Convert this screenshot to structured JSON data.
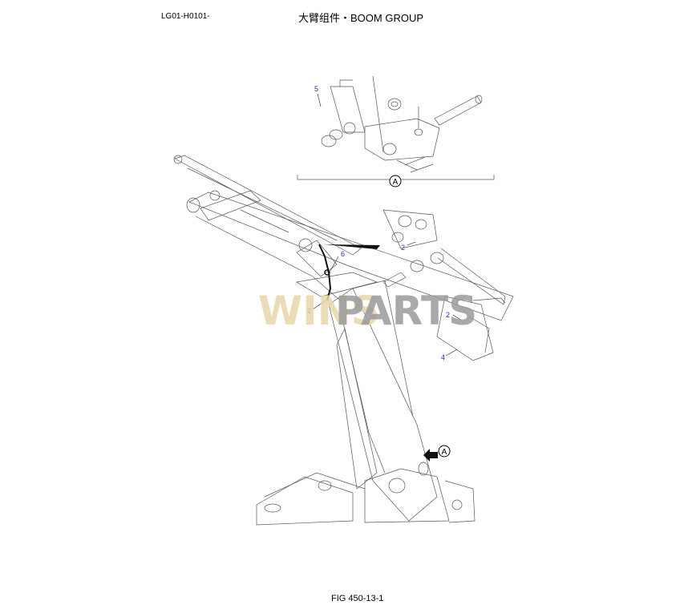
{
  "header": {
    "code": "LG01-H0101-",
    "title": "大臂组件・BOOM GROUP"
  },
  "watermark": {
    "part1": "WINS",
    "part2": "PARTS",
    "color1": "#e7d6a8",
    "color2": "#9a9a9a"
  },
  "detail_view": {
    "label": "A"
  },
  "callouts": [
    {
      "text": "5"
    },
    {
      "text": "2"
    },
    {
      "text": "6"
    },
    {
      "text": "2"
    },
    {
      "text": "2"
    },
    {
      "text": "4"
    }
  ],
  "view_arrow": {
    "label": "A"
  },
  "footer": {
    "fig": "FIG 450-13-1"
  }
}
